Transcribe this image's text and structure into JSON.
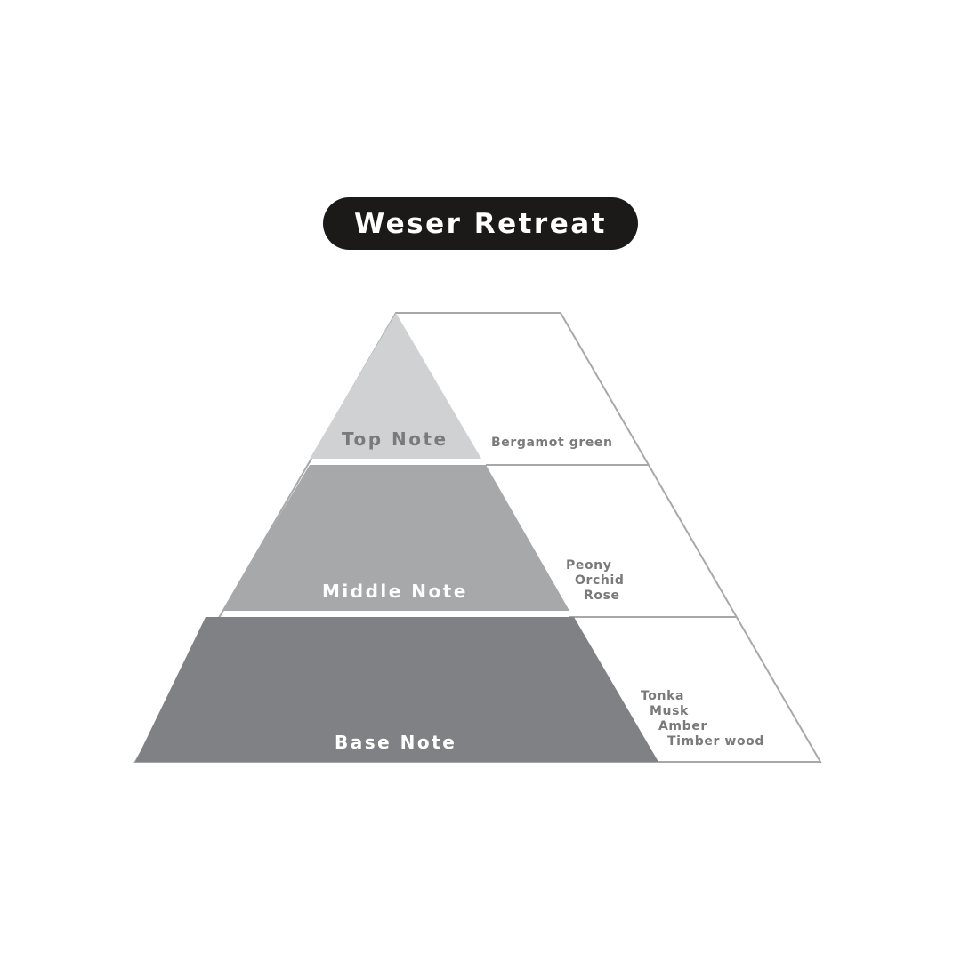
{
  "title": "Weser Retreat",
  "pyramid": {
    "tiers": [
      {
        "label": "Top Note",
        "notes": [
          "Bergamot green"
        ],
        "color": "#d0d1d3",
        "label_color": "#7a7a7c"
      },
      {
        "label": "Middle Note",
        "notes": [
          "Peony",
          "Orchid",
          "Rose"
        ],
        "color": "#a7a8aa",
        "label_color": "#ffffff"
      },
      {
        "label": "Base Note",
        "notes": [
          "Tonka",
          "Musk",
          "Amber",
          "Timber wood"
        ],
        "color": "#808184",
        "label_color": "#ffffff"
      }
    ],
    "outline_color": "#a7a8aa"
  }
}
